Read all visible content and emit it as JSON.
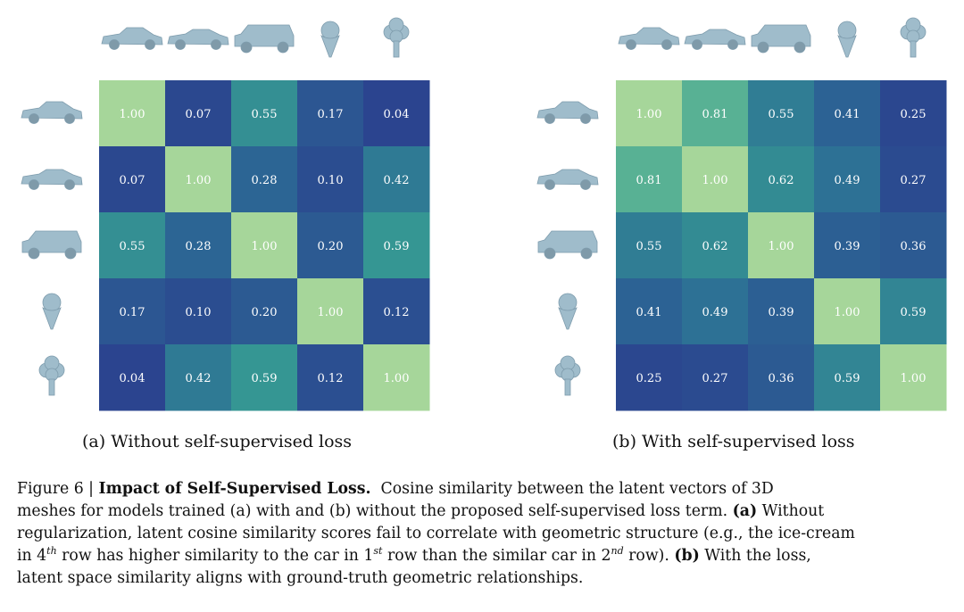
{
  "chart_data": [
    {
      "type": "heatmap",
      "subcaption": "(a) Without self-supervised loss",
      "rows": [
        "car-1",
        "car-2",
        "suv",
        "ice-cream",
        "tree"
      ],
      "cols": [
        "car-1",
        "car-2",
        "suv",
        "ice-cream",
        "tree"
      ],
      "values": [
        [
          1.0,
          0.07,
          0.55,
          0.17,
          0.04
        ],
        [
          0.07,
          1.0,
          0.28,
          0.1,
          0.42
        ],
        [
          0.55,
          0.28,
          1.0,
          0.2,
          0.59
        ],
        [
          0.17,
          0.1,
          0.2,
          1.0,
          0.12
        ],
        [
          0.04,
          0.42,
          0.59,
          0.12,
          1.0
        ]
      ],
      "labels": [
        [
          "1.00",
          "0.07",
          "0.55",
          "0.17",
          "0.04"
        ],
        [
          "0.07",
          "1.00",
          "0.28",
          "0.10",
          "0.42"
        ],
        [
          "0.55",
          "0.28",
          "1.00",
          "0.20",
          "0.59"
        ],
        [
          "0.17",
          "0.10",
          "0.20",
          "1.00",
          "0.12"
        ],
        [
          "0.04",
          "0.42",
          "0.59",
          "0.12",
          "1.00"
        ]
      ],
      "value_range": [
        0,
        1
      ],
      "colormap": [
        "#2b3f8e",
        "#2c6c95",
        "#38a292",
        "#a6d69a"
      ]
    },
    {
      "type": "heatmap",
      "subcaption": "(b) With self-supervised loss",
      "rows": [
        "car-1",
        "car-2",
        "suv",
        "ice-cream",
        "tree"
      ],
      "cols": [
        "car-1",
        "car-2",
        "suv",
        "ice-cream",
        "tree"
      ],
      "values": [
        [
          1.0,
          0.81,
          0.55,
          0.41,
          0.25
        ],
        [
          0.81,
          1.0,
          0.62,
          0.49,
          0.27
        ],
        [
          0.55,
          0.62,
          1.0,
          0.39,
          0.36
        ],
        [
          0.41,
          0.49,
          0.39,
          1.0,
          0.59
        ],
        [
          0.25,
          0.27,
          0.36,
          0.59,
          1.0
        ]
      ],
      "labels": [
        [
          "1.00",
          "0.81",
          "0.55",
          "0.41",
          "0.25"
        ],
        [
          "0.81",
          "1.00",
          "0.62",
          "0.49",
          "0.27"
        ],
        [
          "0.55",
          "0.62",
          "1.00",
          "0.39",
          "0.36"
        ],
        [
          "0.41",
          "0.49",
          "0.39",
          "1.00",
          "0.59"
        ],
        [
          "0.25",
          "0.27",
          "0.36",
          "0.59",
          "1.00"
        ]
      ],
      "value_range": [
        0.2,
        1
      ],
      "colormap": [
        "#2b3f8e",
        "#2c6c95",
        "#38a292",
        "#a6d69a"
      ]
    }
  ],
  "caption": {
    "figure_label": "Figure 6 |",
    "title": "Impact of Self-Supervised Loss.",
    "line1_rest": "Cosine similarity between the latent vectors of 3D",
    "line2_pre": "meshes for models trained (a) with and (b) without the proposed self-supervised loss term.",
    "line2_bold": "(a)",
    "line2_post": "Without",
    "line3": "regularization, latent cosine similarity scores fail to correlate with geometric structure (e.g., the ice-cream",
    "line4_a": "in 4",
    "line4_sup1": "th",
    "line4_b": "row has higher similarity to the car in 1",
    "line4_sup2": "st",
    "line4_c": "row than the similar car in 2",
    "line4_sup3": "nd",
    "line4_d": "row).",
    "line4_bold": "(b)",
    "line4_e": "With the loss,",
    "line5": "latent space similarity aligns with ground-truth geometric relationships."
  },
  "icon_color": "#9fbccb"
}
